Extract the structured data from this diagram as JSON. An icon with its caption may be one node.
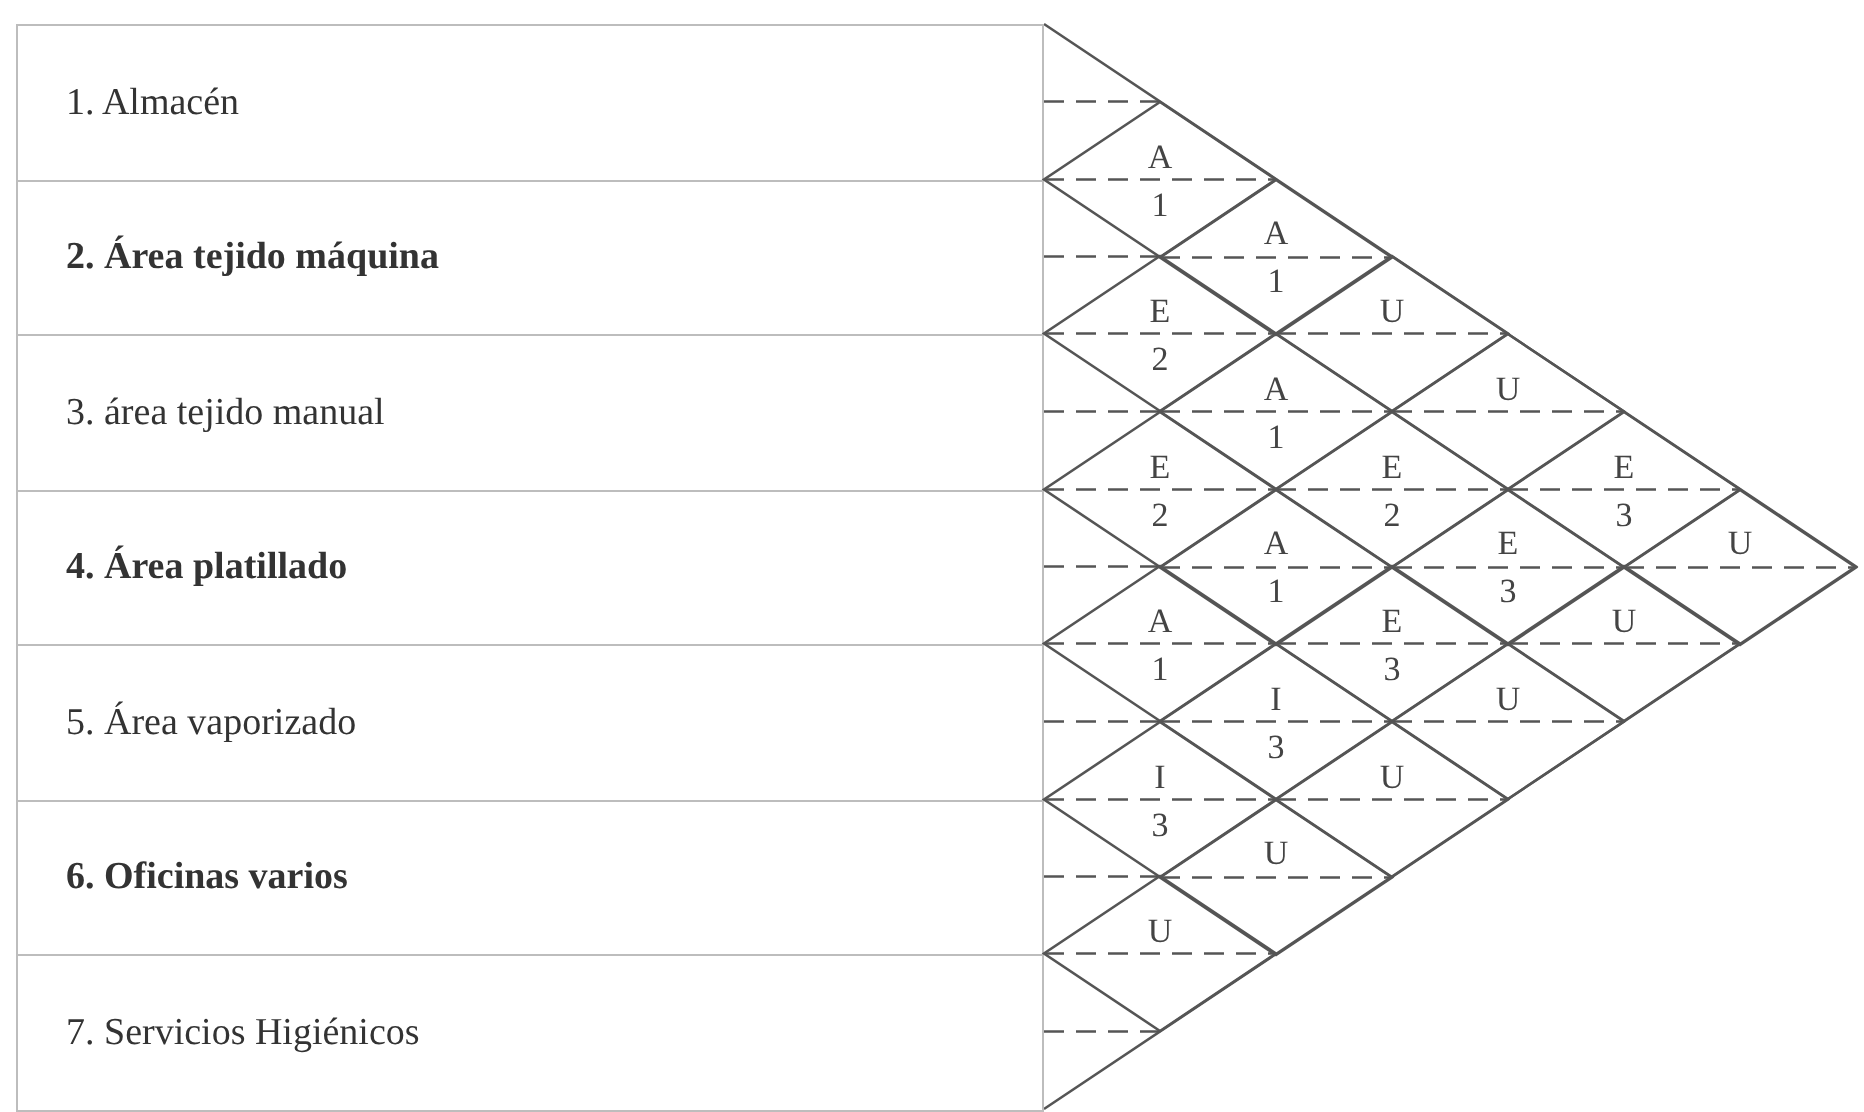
{
  "diagram": {
    "nodes": [
      {
        "text": [
          "1. Almacén"
        ]
      },
      {
        "text": [
          "2. Área tejido máquina"
        ]
      },
      {
        "text": [
          "3. área tejido manual"
        ]
      },
      {
        "text": [
          "4. Área platillado"
        ]
      },
      {
        "text": [
          "5. Área vaporizado"
        ]
      },
      {
        "text": [
          "6. Oficinas varios"
        ]
      },
      {
        "text": [
          "7. Servicios Higiénicos"
        ]
      },
      {
        "text": [
          "A",
          "1"
        ]
      },
      {
        "text": [
          "A",
          "1"
        ]
      },
      {
        "text": [
          "U"
        ]
      },
      {
        "text": [
          "U"
        ]
      },
      {
        "text": [
          "E",
          "3"
        ]
      },
      {
        "text": [
          "U"
        ]
      },
      {
        "text": [
          "E",
          "2"
        ]
      },
      {
        "text": [
          "A",
          "1"
        ]
      },
      {
        "text": [
          "E",
          "2"
        ]
      },
      {
        "text": [
          "E",
          "3"
        ]
      },
      {
        "text": [
          "U"
        ]
      },
      {
        "text": [
          "E",
          "2"
        ]
      },
      {
        "text": [
          "A",
          "1"
        ]
      },
      {
        "text": [
          "E",
          "3"
        ]
      },
      {
        "text": [
          "U"
        ]
      },
      {
        "text": [
          "A",
          "1"
        ]
      },
      {
        "text": [
          "I",
          "3"
        ]
      },
      {
        "text": [
          "U"
        ]
      },
      {
        "text": [
          "I",
          "3"
        ]
      },
      {
        "text": [
          "U"
        ]
      },
      {
        "text": [
          "U"
        ]
      }
    ]
  }
}
